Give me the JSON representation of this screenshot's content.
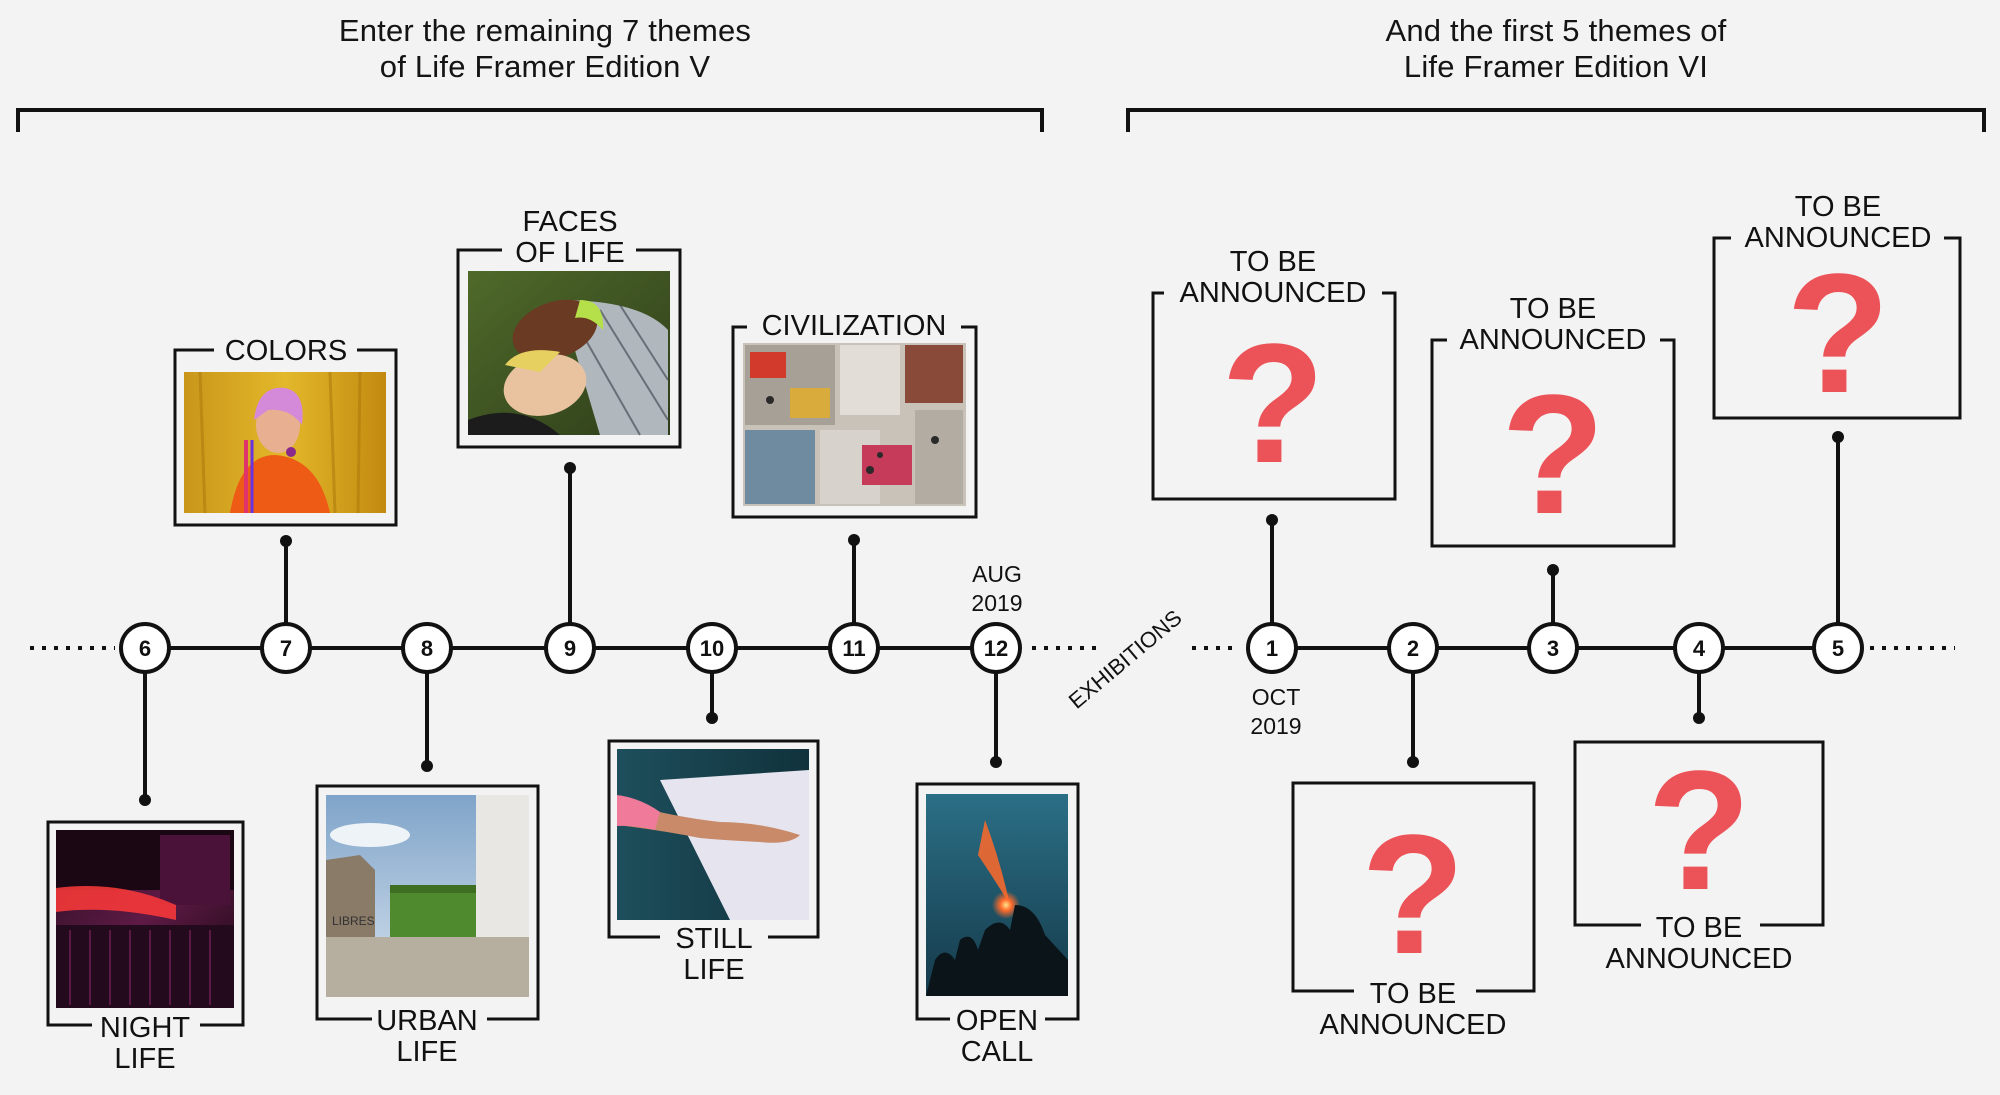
{
  "headings": {
    "edition_v_line1": "Enter the remaining 7 themes",
    "edition_v_line2": "of Life Framer Edition V",
    "edition_vi_line1": "And the first 5 themes of",
    "edition_vi_line2": "Life Framer Edition VI"
  },
  "timeline": {
    "edition_v": [
      {
        "number": "6",
        "title": [
          "NIGHT",
          "LIFE"
        ],
        "photo": "night-life-photo"
      },
      {
        "number": "7",
        "title": [
          "COLORS"
        ],
        "photo": "colors-photo"
      },
      {
        "number": "8",
        "title": [
          "URBAN",
          "LIFE"
        ],
        "photo": "urban-life-photo"
      },
      {
        "number": "9",
        "title": [
          "FACES",
          "OF LIFE"
        ],
        "photo": "faces-of-life-photo"
      },
      {
        "number": "10",
        "title": [
          "STILL",
          "LIFE"
        ],
        "photo": "still-life-photo"
      },
      {
        "number": "11",
        "title": [
          "CIVILIZATION"
        ],
        "photo": "civilization-photo"
      },
      {
        "number": "12",
        "title": [
          "OPEN",
          "CALL"
        ],
        "photo": "open-call-photo"
      }
    ],
    "edition_vi": [
      {
        "number": "1",
        "title": [
          "TO BE",
          "ANNOUNCED"
        ],
        "symbol": "?"
      },
      {
        "number": "2",
        "title": [
          "TO BE",
          "ANNOUNCED"
        ],
        "symbol": "?"
      },
      {
        "number": "3",
        "title": [
          "TO BE",
          "ANNOUNCED"
        ],
        "symbol": "?"
      },
      {
        "number": "4",
        "title": [
          "TO BE",
          "ANNOUNCED"
        ],
        "symbol": "?"
      },
      {
        "number": "5",
        "title": [
          "TO BE",
          "ANNOUNCED"
        ],
        "symbol": "?"
      }
    ],
    "date_aug_month": "AUG",
    "date_aug_year": "2019",
    "date_oct_month": "OCT",
    "date_oct_year": "2019",
    "exhibitions_label": "EXHIBITIONS"
  },
  "colors": {
    "background": "#f4f3f3",
    "line": "#111111",
    "question_mark": "#ec5358"
  }
}
